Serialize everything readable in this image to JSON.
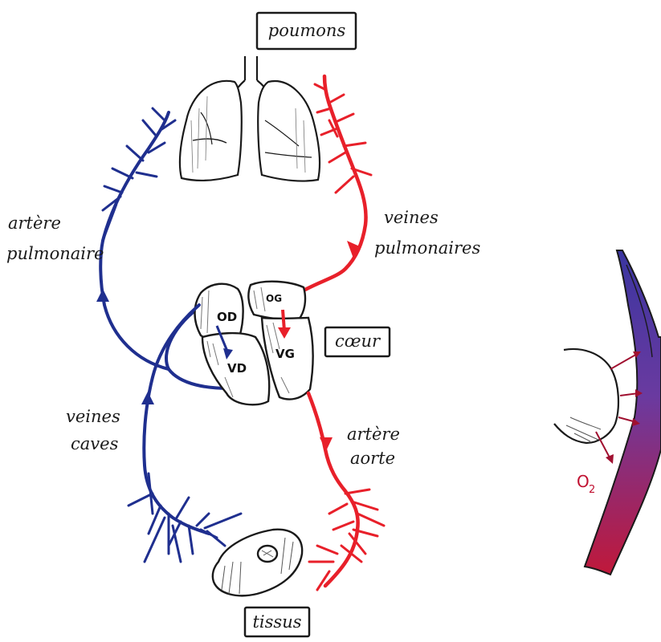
{
  "labels": {
    "poumons": "poumons",
    "coeur": "cœur",
    "tissus": "tissus",
    "arteres_pulmonaire": [
      "artère",
      "pulmonaire"
    ],
    "veines_pulmonaires": [
      "veines",
      "pulmonaires"
    ],
    "veines_caves": [
      "veines",
      "caves"
    ],
    "artere_aorte": [
      "artère",
      "aorte"
    ],
    "od": "OD",
    "vd": "VD",
    "og": "OG",
    "vg": "VG",
    "o2": "O",
    "o2_sub": "2"
  },
  "colors": {
    "deoxygenated": "#1f2f8f",
    "oxygenated": "#e8202a",
    "capillary_arrow": "#a01030",
    "ink": "#1a1a1a"
  }
}
